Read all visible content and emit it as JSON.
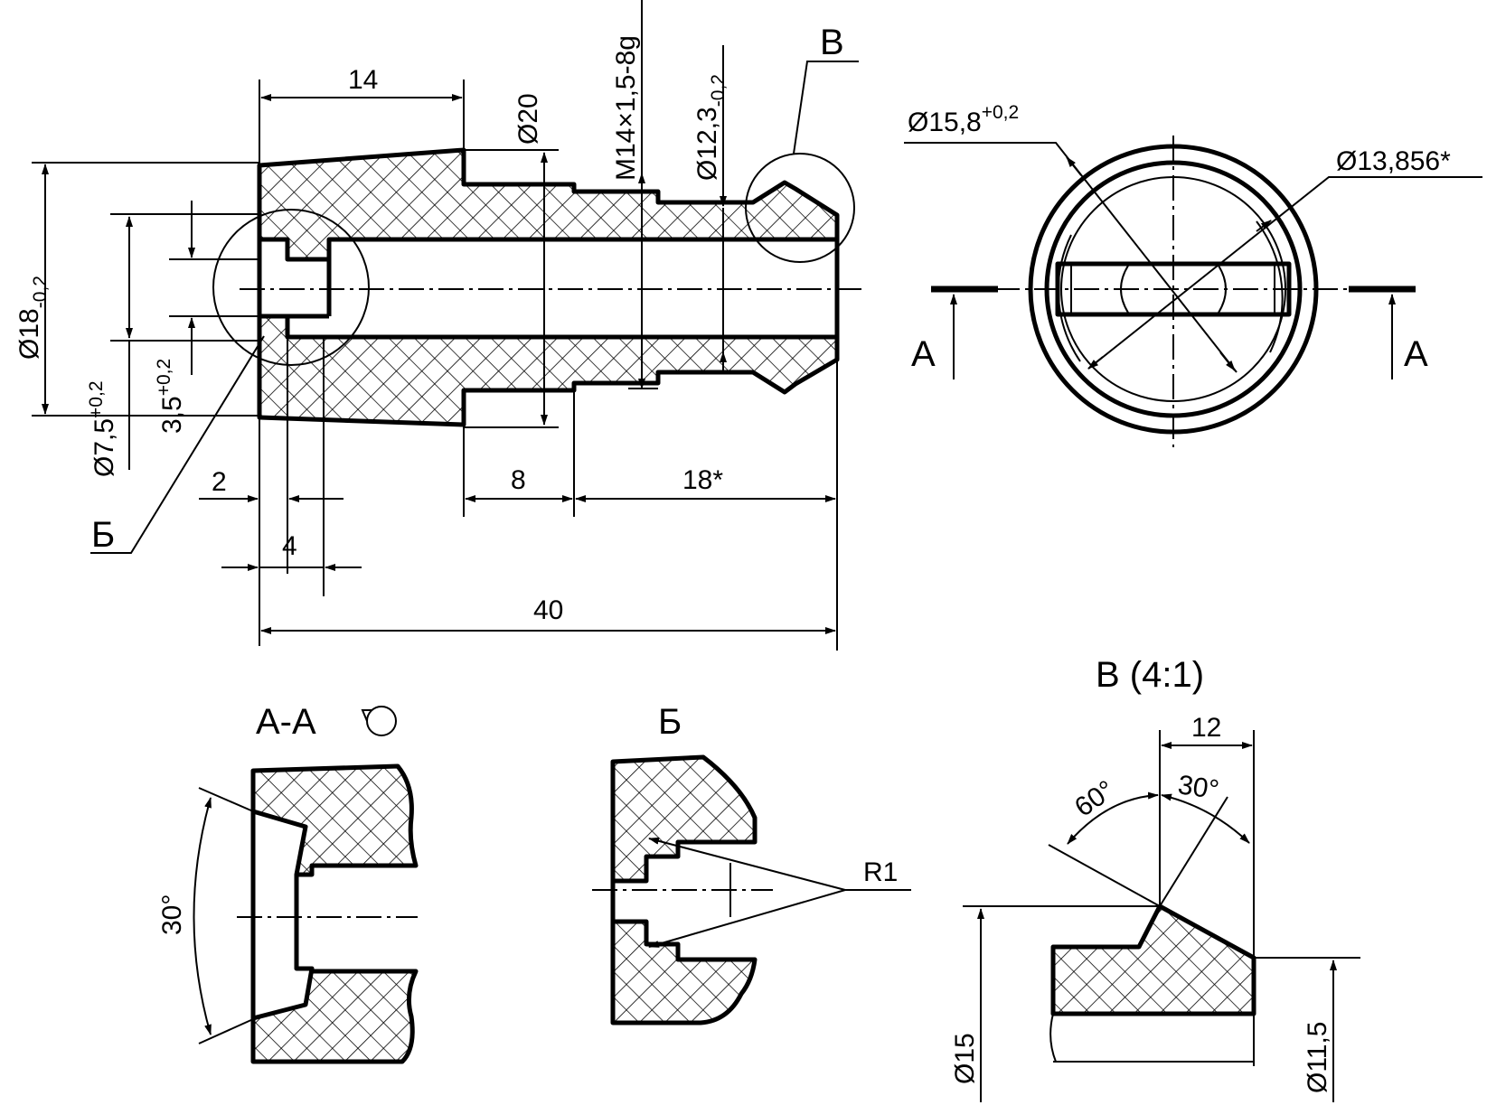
{
  "main_view": {
    "d18": "Ø18",
    "d18_tol": "-0,2",
    "d75": "Ø7,5",
    "d75_tol": "+0,2",
    "w35": "3,5",
    "w35_tol": "+0,2",
    "l14": "14",
    "d20": "Ø20",
    "thread": "M14×1,5-8g",
    "d123": "Ø12,3",
    "d123_tol": "-0,2",
    "l2": "2",
    "l4": "4",
    "l8": "8",
    "l18": "18*",
    "l40": "40",
    "detail_b": "Б",
    "detail_v": "В"
  },
  "end_view": {
    "d158": "Ø15,8",
    "d158_tol": "+0,2",
    "d13856": "Ø13,856*",
    "cut_left": "А",
    "cut_right": "А"
  },
  "section_aa": {
    "title": "А-А",
    "angle": "30°"
  },
  "detail_b_view": {
    "title": "Б",
    "radius": "R1"
  },
  "detail_v_view": {
    "title": "В (4:1)",
    "width": "12",
    "angle60": "60°",
    "angle30": "30°",
    "d15": "Ø15",
    "d115": "Ø11,5"
  }
}
